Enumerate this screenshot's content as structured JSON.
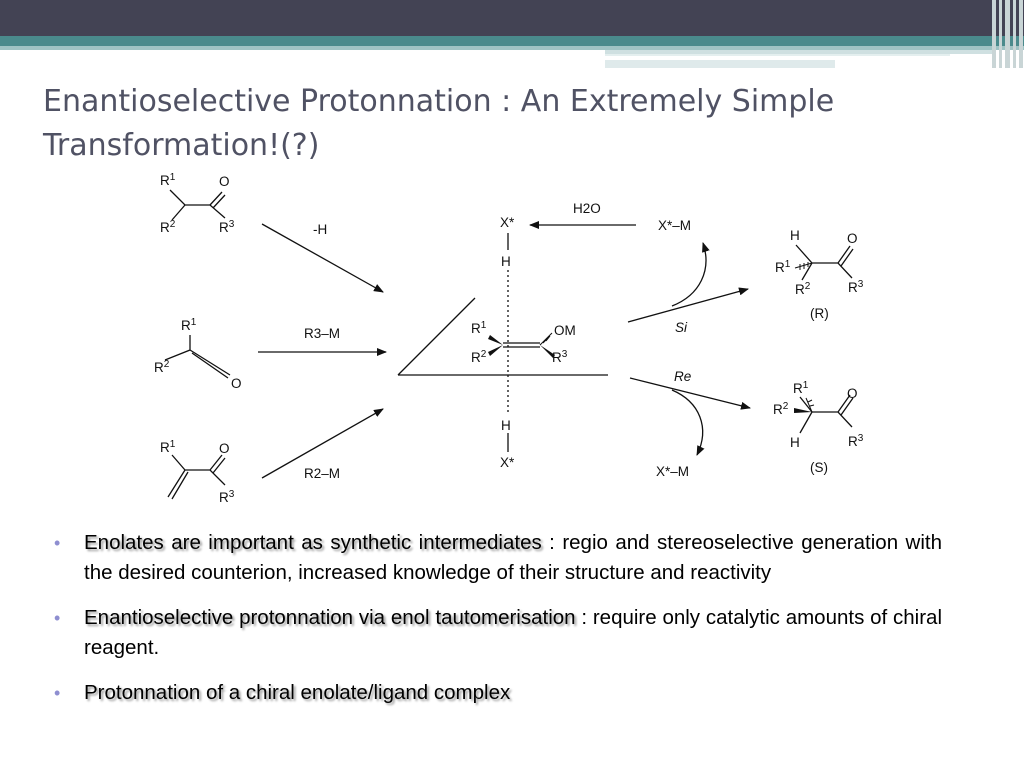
{
  "slide": {
    "title": "Enantioselective Protonnation : An Extremely Simple Transformation!(?)"
  },
  "scheme": {
    "reagents": {
      "minus_h": "-H",
      "r3_m": "R3–M",
      "r2_m": "R2–M",
      "h2o": "H2O",
      "xstar_m_top": "X*–M",
      "xstar_m_bottom": "X*–M"
    },
    "center": {
      "x_top": "X*",
      "h_top": "H",
      "h_bottom": "H",
      "x_bottom": "X*",
      "om": "OM"
    },
    "faces": {
      "si": "Si",
      "re": "Re"
    },
    "products": {
      "r_label": "(R)",
      "s_label": "(S)"
    }
  },
  "bullets": [
    {
      "emphasis": "Enolates are important as synthetic intermediates",
      "rest": " : regio and stereoselective generation with the desired counterion, increased knowledge of their structure and reactivity"
    },
    {
      "emphasis": "Enantioselective protonnation via enol tautomerisation",
      "rest": " : require only catalytic amounts of chiral reagent."
    },
    {
      "emphasis": "Protonnation of a chiral enolate/ligand complex",
      "rest": ""
    }
  ],
  "colors": {
    "topbar": "#434354",
    "teal": "#4a8a8c",
    "bullet": "#8e8ed0",
    "title": "#505264"
  }
}
